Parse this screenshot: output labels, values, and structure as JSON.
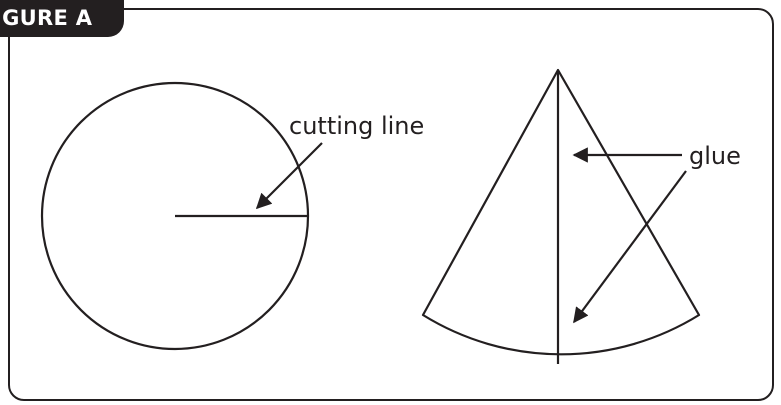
{
  "figure": {
    "tab_label": "IGURE A",
    "line_color": "#231f20",
    "tab_color": "#231f20",
    "tab_text_color": "#ffffff"
  },
  "labels": {
    "cutting_line": "cutting line",
    "glue": "glue"
  }
}
